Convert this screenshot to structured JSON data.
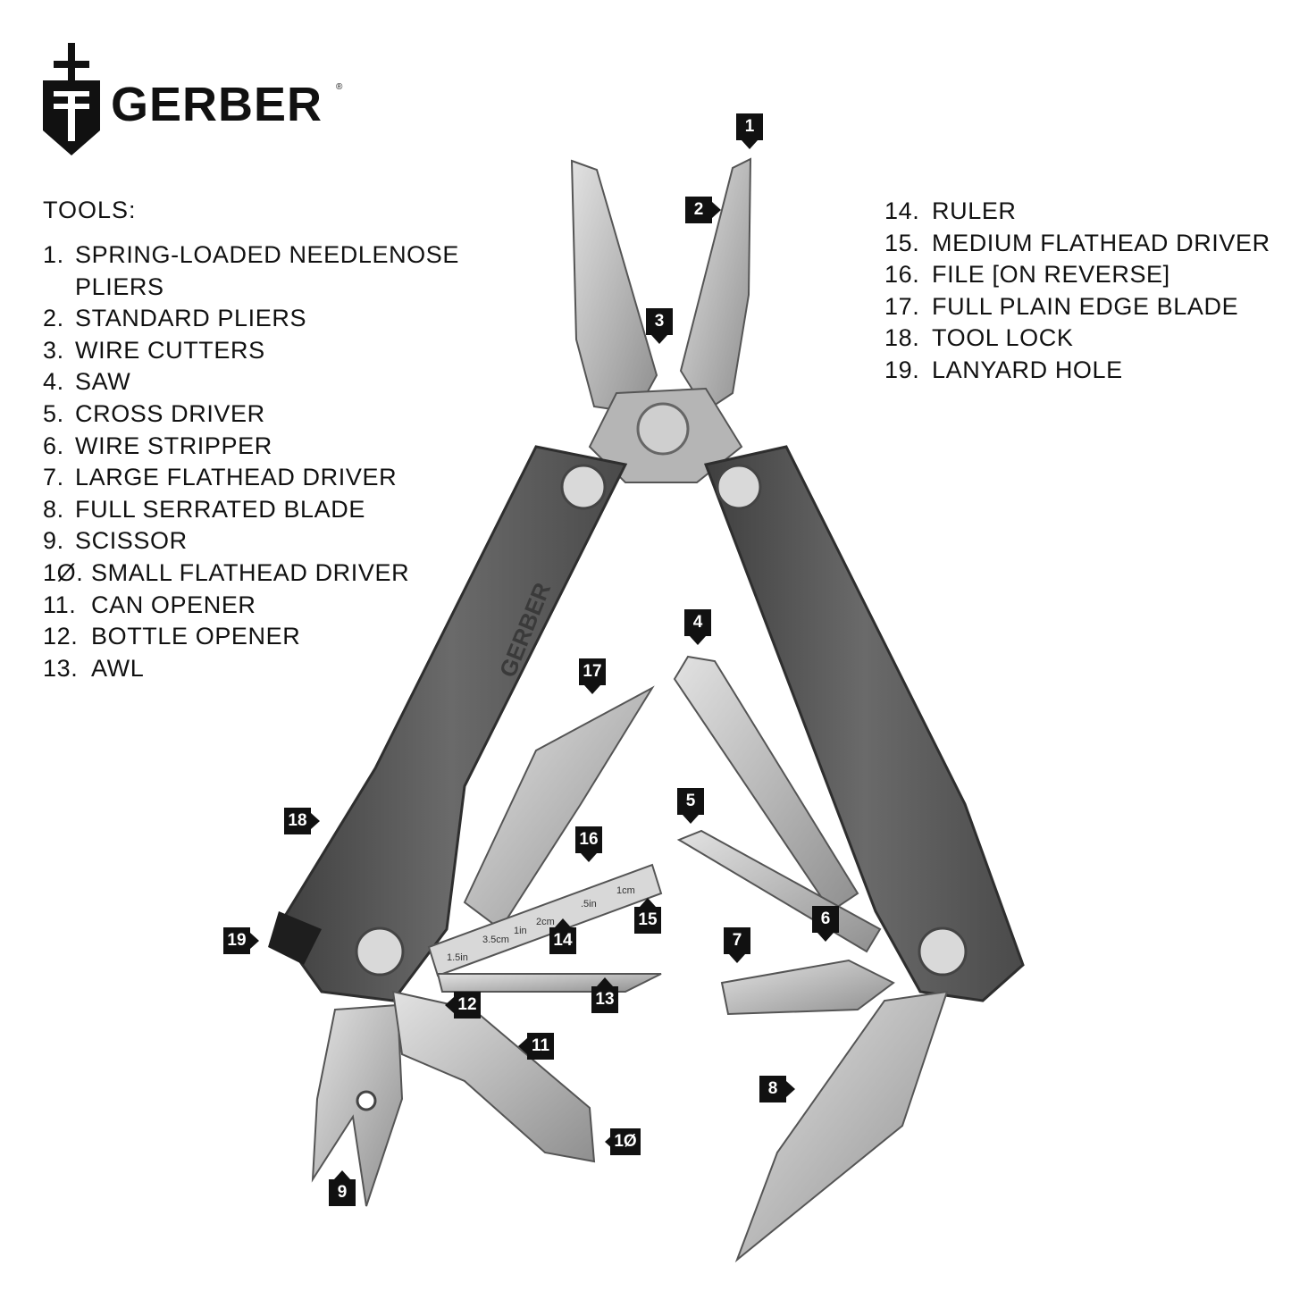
{
  "brand": {
    "name": "GERBER",
    "registered_mark": "®"
  },
  "tools_heading": "TOOLS:",
  "tools_left": [
    {
      "num": "1.",
      "name": "SPRING-LOADED NEEDLENOSE PLIERS"
    },
    {
      "num": "2.",
      "name": "STANDARD PLIERS"
    },
    {
      "num": "3.",
      "name": "WIRE CUTTERS"
    },
    {
      "num": "4.",
      "name": "SAW"
    },
    {
      "num": "5.",
      "name": "CROSS DRIVER"
    },
    {
      "num": "6.",
      "name": "WIRE STRIPPER"
    },
    {
      "num": "7.",
      "name": "LARGE FLATHEAD DRIVER"
    },
    {
      "num": "8.",
      "name": "FULL SERRATED BLADE"
    },
    {
      "num": "9.",
      "name": "SCISSOR"
    },
    {
      "num": "1Ø.",
      "name": "SMALL FLATHEAD DRIVER"
    },
    {
      "num": "11.",
      "name": "CAN OPENER"
    },
    {
      "num": "12.",
      "name": "BOTTLE OPENER"
    },
    {
      "num": "13.",
      "name": "AWL"
    }
  ],
  "tools_right": [
    {
      "num": "14.",
      "name": "RULER"
    },
    {
      "num": "15.",
      "name": "MEDIUM FLATHEAD DRIVER"
    },
    {
      "num": "16.",
      "name": "FILE [ON REVERSE]"
    },
    {
      "num": "17.",
      "name": "FULL PLAIN EDGE BLADE"
    },
    {
      "num": "18.",
      "name": "TOOL LOCK"
    },
    {
      "num": "19.",
      "name": "LANYARD HOLE"
    }
  ],
  "callouts": {
    "c1": "1",
    "c2": "2",
    "c3": "3",
    "c4": "4",
    "c5": "5",
    "c6": "6",
    "c7": "7",
    "c8": "8",
    "c9": "9",
    "c10": "1Ø",
    "c11": "11",
    "c12": "12",
    "c13": "13",
    "c14": "14",
    "c15": "15",
    "c16": "16",
    "c17": "17",
    "c18": "18",
    "c19": "19"
  },
  "handle_engraving": "GERBER",
  "ruler_marks": [
    "1.5in",
    "3.5cm",
    "1in",
    "2cm",
    ".5in",
    "1cm"
  ],
  "colors": {
    "handle": "#5a5a5a",
    "steel": "#c8c8c8",
    "callout_bg": "#111111",
    "text": "#111111"
  }
}
